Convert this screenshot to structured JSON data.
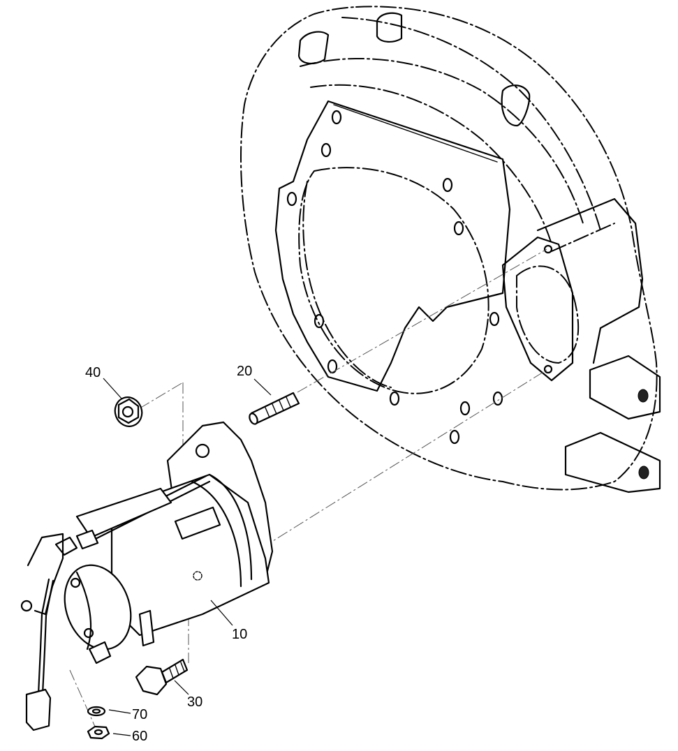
{
  "diagram": {
    "type": "exploded-parts-diagram",
    "subject": "starter motor mounting to flywheel housing",
    "background_color": "#ffffff",
    "line_color": "#000000"
  },
  "callouts": [
    {
      "id": "10",
      "label": "10",
      "part": "starter-motor"
    },
    {
      "id": "20",
      "label": "20",
      "part": "stud"
    },
    {
      "id": "30",
      "label": "30",
      "part": "bolt"
    },
    {
      "id": "40",
      "label": "40",
      "part": "flange-nut"
    },
    {
      "id": "60",
      "label": "60",
      "part": "nut"
    },
    {
      "id": "70",
      "label": "70",
      "part": "washer"
    }
  ]
}
